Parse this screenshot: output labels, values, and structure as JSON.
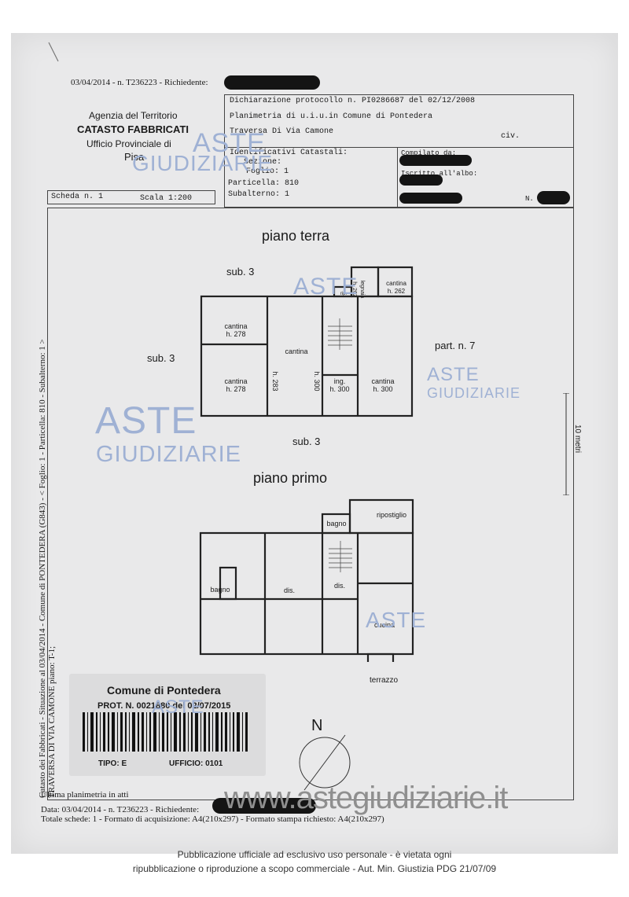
{
  "header": {
    "top_line": "03/04/2014 - n. T236223 - Richiedente:",
    "agency_line1": "Agenzia del Territorio",
    "agency_line2": "CATASTO FABBRICATI",
    "agency_line3": "Ufficio Provinciale di",
    "agency_line4": "Pisa",
    "declaration": "Dichiarazione protocollo n. PI0286687 del 02/12/2008",
    "planimetria": "Planimetria di u.i.u.in Comune di Pontedera",
    "address": "Traversa Di Via Camone",
    "civ": "civ.",
    "identificativi": "Identificativi Catastali:",
    "sezione": "Sezione:",
    "foglio": "Foglio: 1",
    "particella": "Particella: 810",
    "subalterno": "Subalterno: 1",
    "compilato": "Compilato da:",
    "iscritto": "Iscritto all'albo:",
    "n_label": "N.",
    "scheda": "Scheda n. 1",
    "scala": "Scala 1:200"
  },
  "plan": {
    "piano_terra": "piano terra",
    "piano_primo": "piano primo",
    "sub3_top": "sub. 3",
    "sub3_left": "sub. 3",
    "sub3_bottom": "sub. 3",
    "part7": "part. n. 7",
    "metri": "10 metri",
    "north": "N",
    "terrazzo": "terrazzo",
    "rooms_terra": [
      {
        "name": "cantina",
        "h": "h. 278"
      },
      {
        "name": "cantina",
        "h": "h. 278"
      },
      {
        "name": "cantina",
        "h": "h. 283"
      },
      {
        "name": "ing.",
        "h": "h. 300"
      },
      {
        "name": "cantina",
        "h": "h. 300"
      },
      {
        "name": "legnaia",
        "h": "h. 262"
      },
      {
        "name": "cantina",
        "h": "h. 262"
      }
    ],
    "wall_h300": "h. 300",
    "rip_small": "rip.",
    "rooms_primo": {
      "bagno_top": "bagno",
      "ripostiglio": "ripostiglio",
      "bagno_left": "bagno",
      "dis1": "dis.",
      "dis2": "dis.",
      "cucina": "cucina"
    }
  },
  "side_text": {
    "line1": "Catasto dei Fabbricati - Situazione al 03/04/2014 - Comune di PONTEDERA (G843) - < Foglio: 1 - Particella: 810 - Subalterno: 1 >",
    "line2": "TRAVERSA DI VIA CAMONE piano: T-1;"
  },
  "stamp": {
    "comune": "Comune di Pontedera",
    "prot": "PROT. N. 0021880 del 02/07/2015",
    "tipo": "TIPO: E",
    "ufficio": "UFFICIO: 0101"
  },
  "bottom": {
    "ultima": "Ultima planimetria in atti",
    "data_line": "Data: 03/04/2014 - n. T236223 - Richiedente:",
    "totale_line": "Totale schede: 1 - Formato di acquisizione: A4(210x297) - Formato stampa richiesto: A4(210x297)"
  },
  "watermark": {
    "aste": "ASTE",
    "giudiziarie": "GIUDIZIARIE",
    "site": "www.astegiudiziarie.it"
  },
  "footer": {
    "line1": "Pubblicazione ufficiale ad esclusivo uso personale - è vietata ogni",
    "line2": "ripubblicazione o riproduzione a scopo commerciale - Aut. Min. Giustizia PDG 21/07/09"
  }
}
